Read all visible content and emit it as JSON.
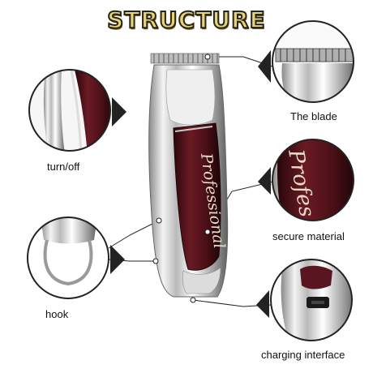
{
  "title": "STRUCTURE",
  "device_script": "Professional",
  "callouts": {
    "blade": "The blade",
    "turnoff": "turn/off",
    "secure": "secure material",
    "hook": "hook",
    "charge": "charging interface"
  },
  "colors": {
    "title_fill": "#e6d37a",
    "accent_wine": "#5a1620",
    "chrome": "#d8d8d8"
  }
}
